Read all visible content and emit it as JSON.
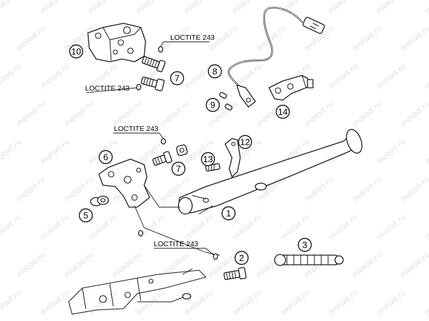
{
  "watermark": "motod.ru",
  "callouts": [
    {
      "id": "1",
      "label": "1"
    },
    {
      "id": "2",
      "label": "2"
    },
    {
      "id": "3",
      "label": "3"
    },
    {
      "id": "5",
      "label": "5"
    },
    {
      "id": "6",
      "label": "6"
    },
    {
      "id": "7a",
      "label": "7"
    },
    {
      "id": "7b",
      "label": "7"
    },
    {
      "id": "8",
      "label": "8"
    },
    {
      "id": "9",
      "label": "9"
    },
    {
      "id": "10",
      "label": "10"
    },
    {
      "id": "12",
      "label": "12"
    },
    {
      "id": "13",
      "label": "13"
    },
    {
      "id": "14",
      "label": "14"
    }
  ],
  "notes": [
    {
      "id": "n1",
      "text": "LOCTITE 243"
    },
    {
      "id": "n2",
      "text": "LOCTITE 243"
    },
    {
      "id": "n3",
      "text": "LOCTITE 243"
    },
    {
      "id": "n4",
      "text": "LOCTITE 243"
    }
  ]
}
